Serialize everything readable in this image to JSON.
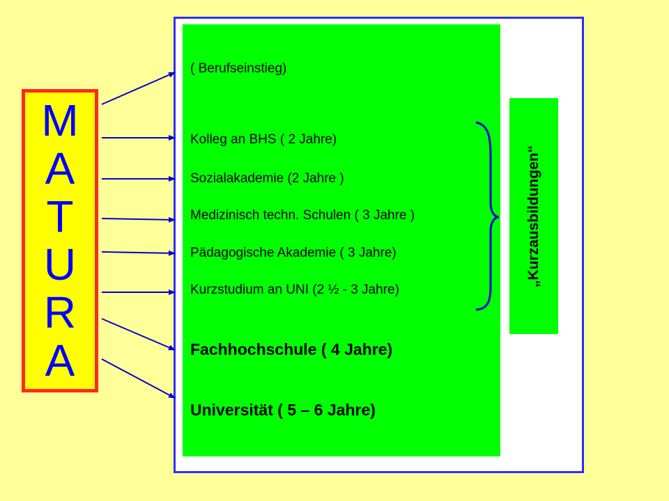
{
  "matura": {
    "letters": [
      "M",
      "A",
      "T",
      "U",
      "R",
      "A"
    ]
  },
  "options": [
    {
      "text": "( Berufseinstieg)",
      "style": "small"
    },
    {
      "text": "Kolleg an BHS ( 2 Jahre)",
      "style": "small"
    },
    {
      "text": "Sozialakademie (2 Jahre )",
      "style": "small"
    },
    {
      "text": "Medizinisch techn. Schulen ( 3 Jahre )",
      "style": "small"
    },
    {
      "text": "Pädagogische Akademie ( 3 Jahre)",
      "style": "small"
    },
    {
      "text": "Kurzstudium an UNI (2 ½  - 3 Jahre)",
      "style": "small"
    },
    {
      "text": "Fachhochschule ( 4 Jahre)",
      "style": "big"
    },
    {
      "text": "Universität ( 5 – 6 Jahre)",
      "style": "big"
    }
  ],
  "kurzausbildungen_label": "„Kurzausbildungen“",
  "colors": {
    "background": "#ffff99",
    "matura_fill": "#ffff00",
    "matura_border": "#ff2a1a",
    "letters": "#0000ff",
    "green": "#00ff00",
    "arrows": "#0000cc"
  }
}
